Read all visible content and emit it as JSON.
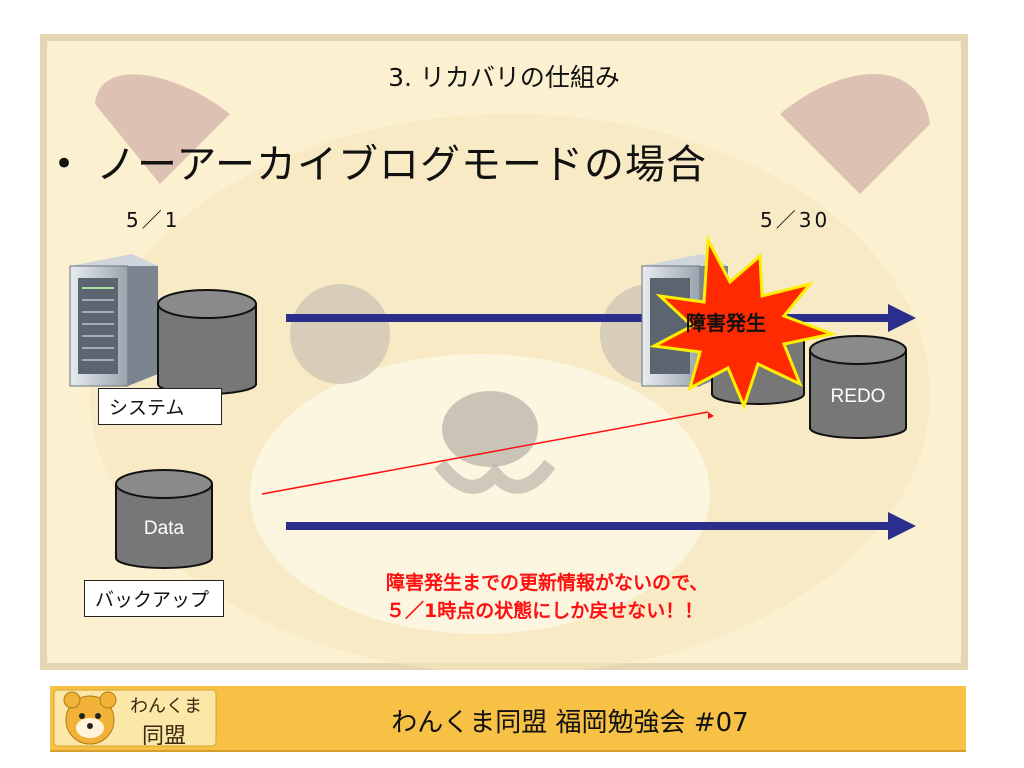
{
  "slide": {
    "title": "3. リカバリの仕組み",
    "bullet": "ノーアーカイブログモードの場合",
    "date_left": "5／1",
    "date_right": "5／30"
  },
  "diagram": {
    "system_label": "システム",
    "backup_label": "バックアップ",
    "data_label": "Data",
    "redo_label": "REDO",
    "failure_label": "障害発生",
    "note_line1": "障害発生までの更新情報がないので、",
    "note_line2": "５／1時点の状態にしか戻せない！！"
  },
  "footer": {
    "logo_line1": "わんくま",
    "logo_line2": "同盟",
    "title": "わんくま同盟 福岡勉強会 #07"
  },
  "colors": {
    "arrow": "#2b2e8c",
    "cylinder": "#7a7a7a",
    "burst": "#ff2a00",
    "note": "#ff1010",
    "footer_bg": "#f7c145"
  },
  "icons": [
    "server-icon",
    "database-icon",
    "burst-icon",
    "bear-logo-icon"
  ]
}
